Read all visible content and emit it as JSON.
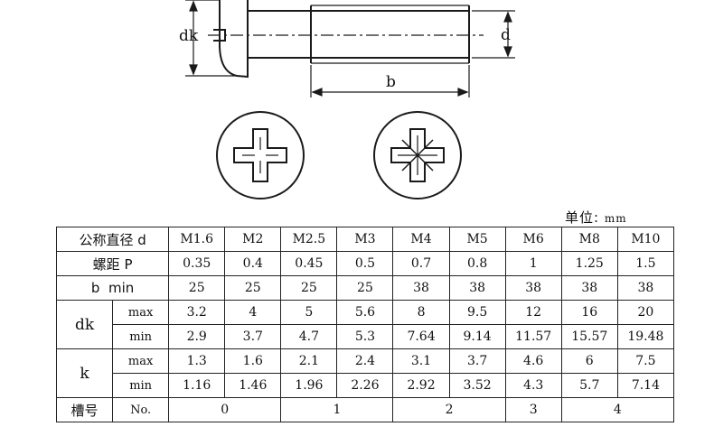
{
  "drawing": {
    "labels": {
      "dk": "dk",
      "d": "d",
      "b": "b"
    }
  },
  "unit_label": {
    "prefix": "单位:",
    "value": "mm"
  },
  "table": {
    "sizes": [
      "M1.6",
      "M2",
      "M2.5",
      "M3",
      "M4",
      "M5",
      "M6",
      "M8",
      "M10"
    ],
    "header_label": "公称直径 d",
    "pitch": {
      "label": "螺距 P",
      "values": [
        "0.35",
        "0.4",
        "0.45",
        "0.5",
        "0.7",
        "0.8",
        "1",
        "1.25",
        "1.5"
      ]
    },
    "b_min": {
      "label": "b  min",
      "values": [
        "25",
        "25",
        "25",
        "25",
        "38",
        "38",
        "38",
        "38",
        "38"
      ]
    },
    "dk": {
      "label": "dk",
      "max": {
        "label": "max",
        "values": [
          "3.2",
          "4",
          "5",
          "5.6",
          "8",
          "9.5",
          "12",
          "16",
          "20"
        ]
      },
      "min": {
        "label": "min",
        "values": [
          "2.9",
          "3.7",
          "4.7",
          "5.3",
          "7.64",
          "9.14",
          "11.57",
          "15.57",
          "19.48"
        ]
      }
    },
    "k": {
      "label": "k",
      "max": {
        "label": "max",
        "values": [
          "1.3",
          "1.6",
          "2.1",
          "2.4",
          "3.1",
          "3.7",
          "4.6",
          "6",
          "7.5"
        ]
      },
      "min": {
        "label": "min",
        "values": [
          "1.16",
          "1.46",
          "1.96",
          "2.26",
          "2.92",
          "3.52",
          "4.3",
          "5.7",
          "7.14"
        ]
      }
    },
    "slot": {
      "label": "槽号",
      "sub_label": "No.",
      "groups": [
        {
          "value": "0"
        },
        {
          "value": "1"
        },
        {
          "value": "2"
        },
        {
          "value": "3"
        },
        {
          "value": "4"
        }
      ]
    }
  }
}
